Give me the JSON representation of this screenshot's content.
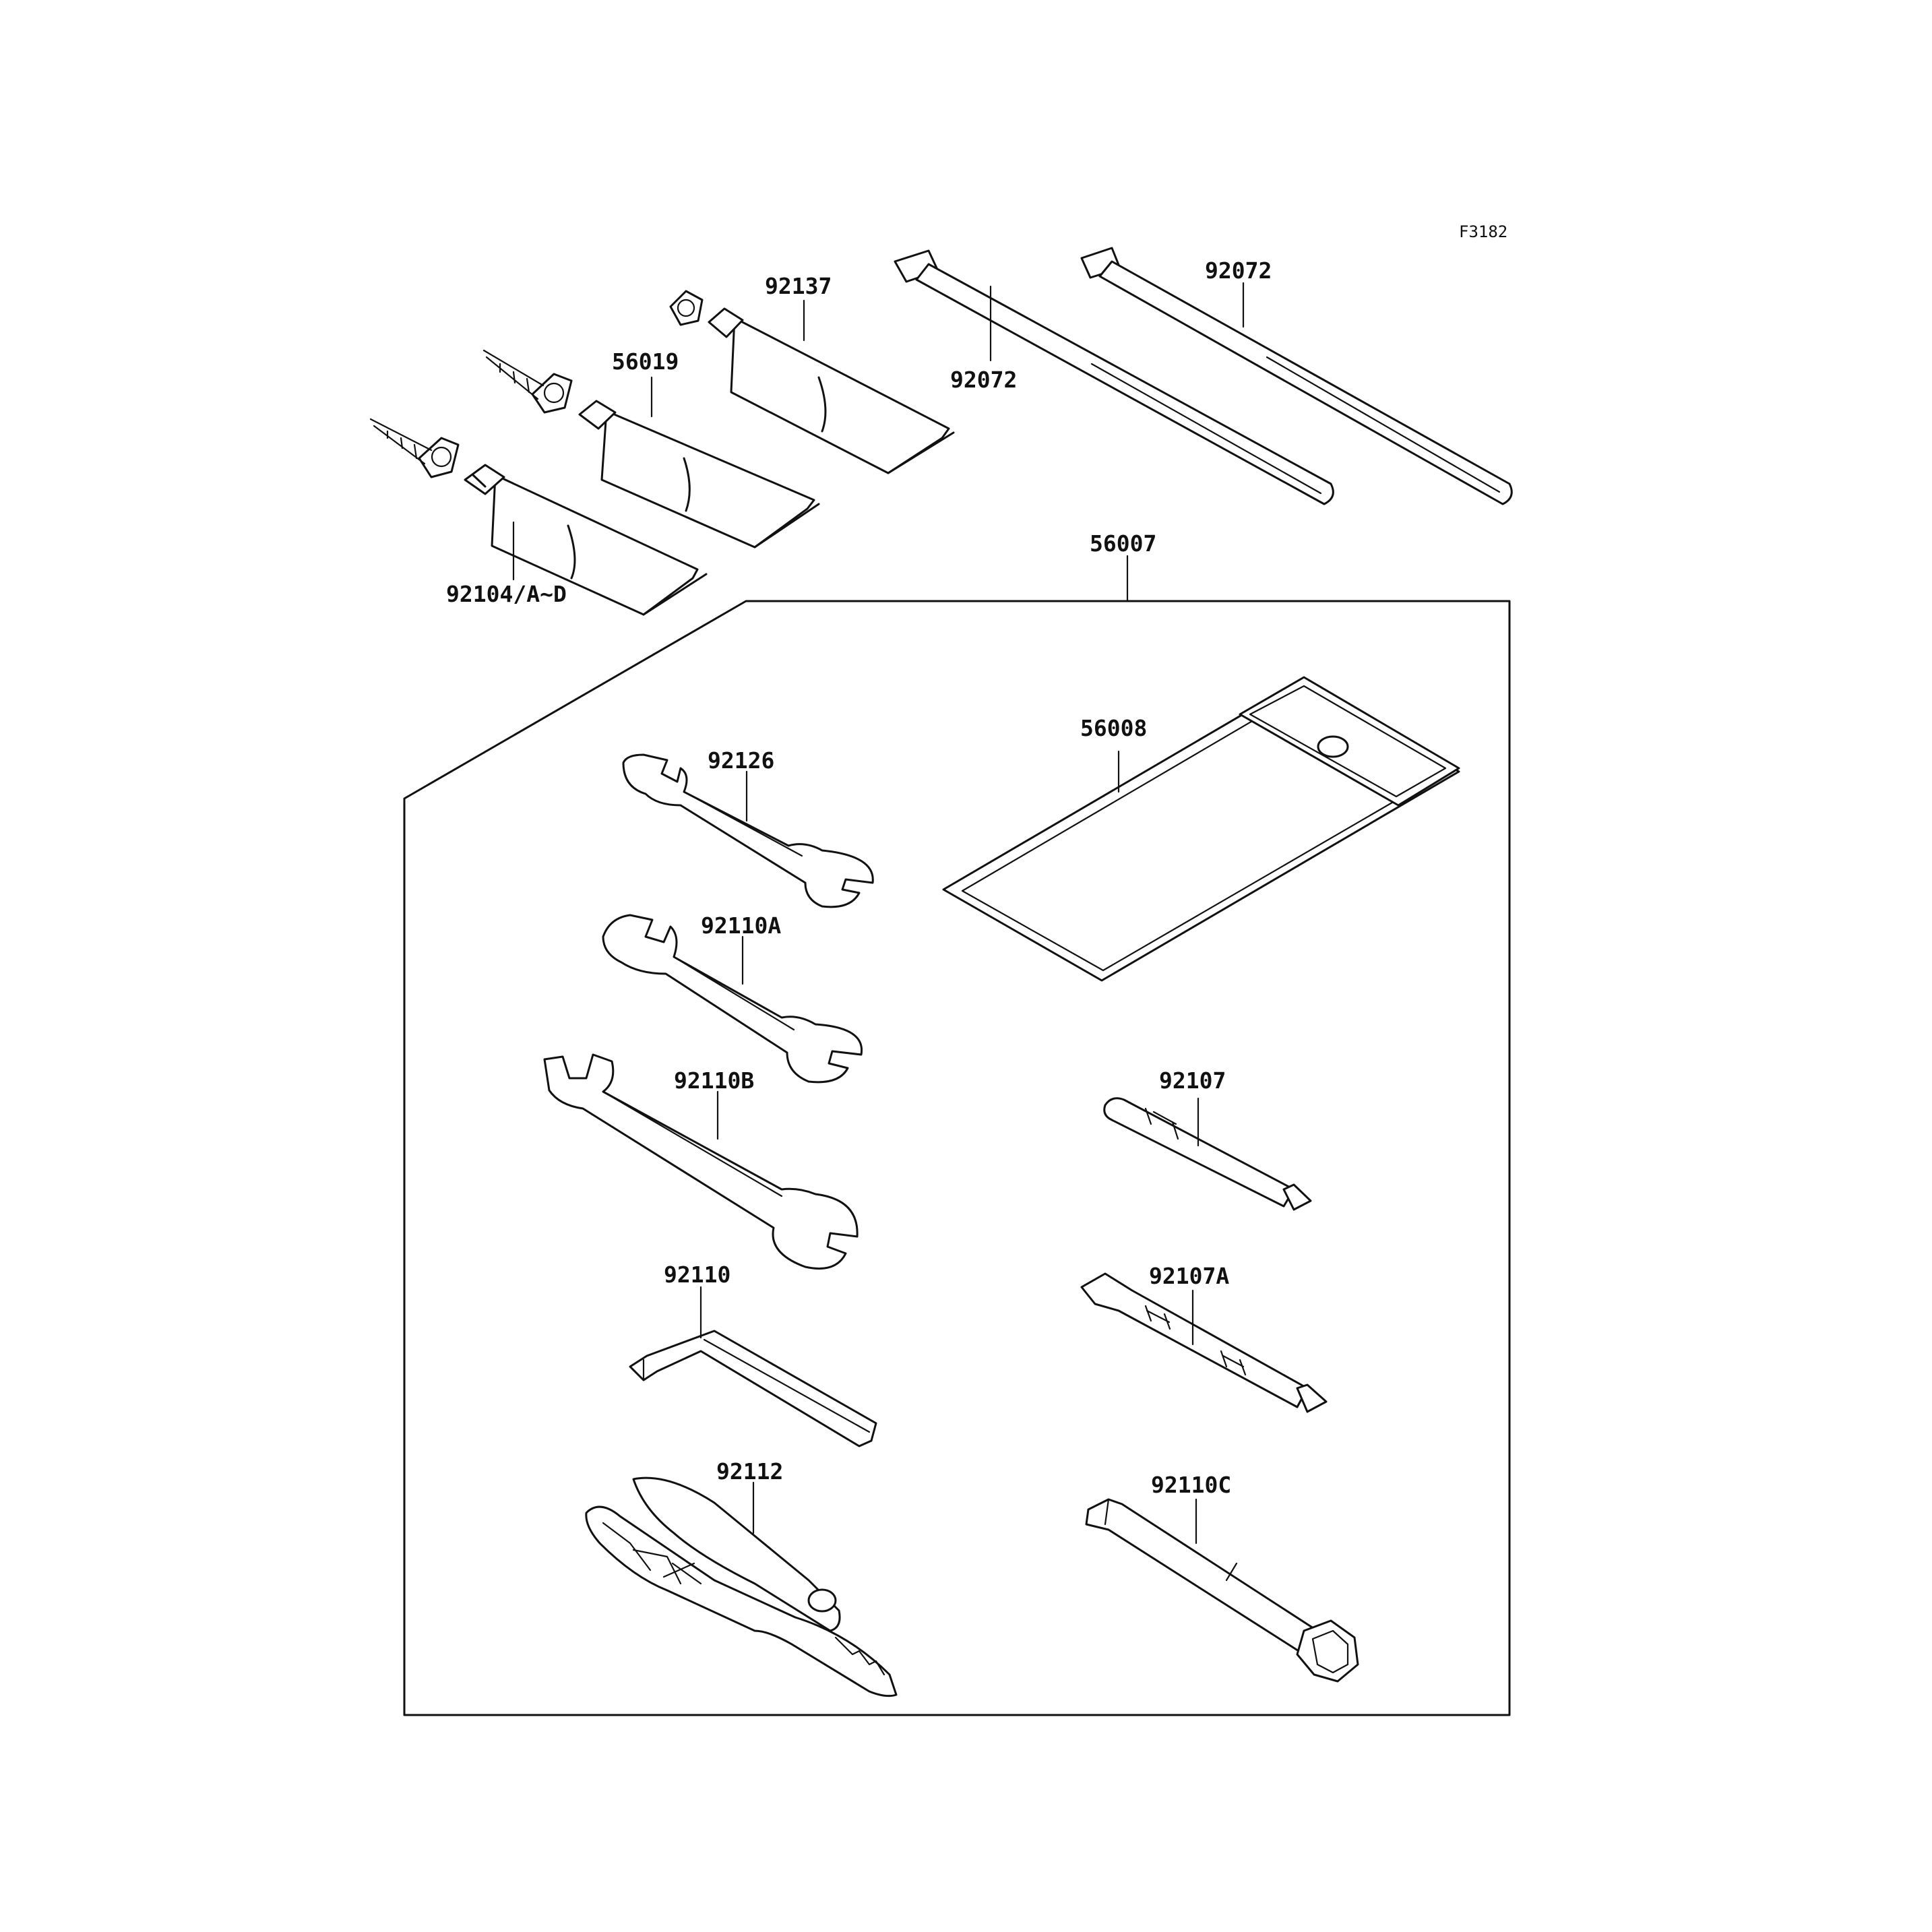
{
  "figure_code": "F3182",
  "parts": {
    "tube_1": "92104/A~D",
    "tube_2": "56019",
    "tube_3": "92137",
    "tie_1": "92072",
    "tie_2": "92072",
    "kit": "56007",
    "bag": "56008",
    "wrench_1": "92126",
    "wrench_2": "92110A",
    "wrench_3": "92110B",
    "hex_key": "92110",
    "pliers": "92112",
    "screwdriver": "92107",
    "screwdriver_2": "92107A",
    "box_wrench": "92110C"
  }
}
